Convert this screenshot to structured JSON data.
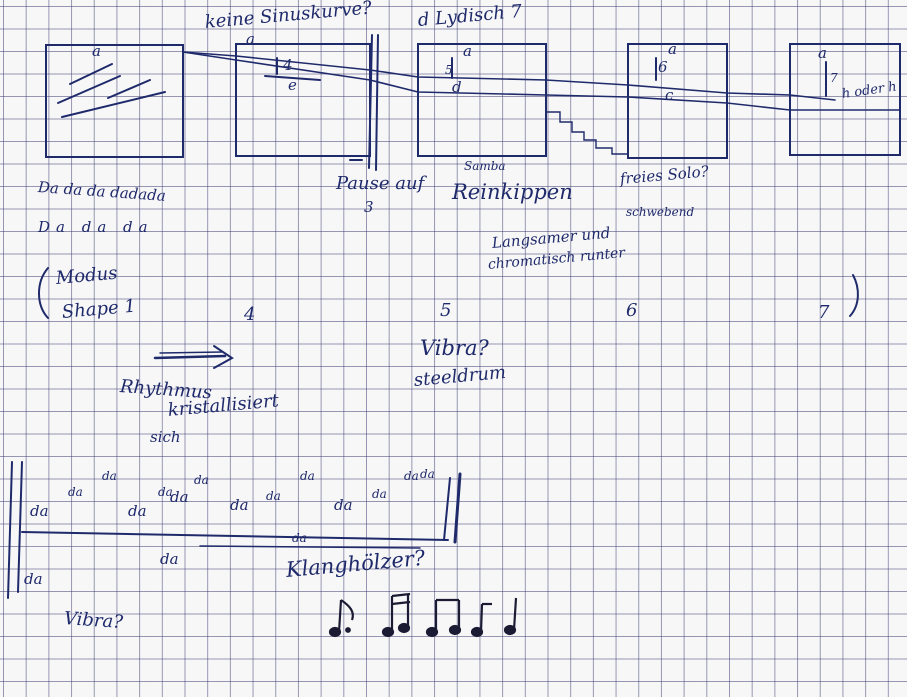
{
  "top": {
    "sinus_note": "keine Sinuskurve?",
    "lydian_note": "d Lydisch 7",
    "box1_label": "a",
    "box2_top": "a",
    "box2_num": "4",
    "box2_bottom": "e",
    "box3_top": "a",
    "box3_num": "5",
    "box3_bottom": "d",
    "box4_top": "a",
    "box4_num": "6",
    "box4_bottom": "c",
    "box5_top": "a",
    "box5_num": "7",
    "box5_tail": "h oder h"
  },
  "captions": {
    "dada_line1": "Da da da dadada",
    "dada_line2": "Da  da  da",
    "pause": "Pause auf",
    "pause_num": "3",
    "samba": "Samba",
    "reinkippen": "Reinkippen",
    "freies_solo": "freies Solo?",
    "schwebend": "schwebend",
    "langsamer_1": "Langsamer und",
    "langsamer_2": "chromatisch runter"
  },
  "middle": {
    "modus": "Modus",
    "shape": "Shape 1",
    "num_4": "4",
    "num_5": "5",
    "num_6": "6",
    "num_7": "7",
    "vibra": "Vibra?",
    "steeldrum": "steeldrum",
    "rhythmus_1": "Rhythmus",
    "rhythmus_2": "kristallisiert",
    "rhythmus_3": "sich"
  },
  "bottom": {
    "upper_syllables": [
      "da",
      "da",
      "da",
      "da",
      "da",
      "da",
      "da",
      "da",
      "da",
      "da",
      "da",
      "da",
      "da",
      "da"
    ],
    "lower_da_1": "da",
    "lower_da_2": "da",
    "lower_da_3": "da",
    "klanghoelzer": "Klanghölzer?",
    "vibra": "Vibra?"
  },
  "colors": {
    "ink": "#1f2a6b",
    "grid": "#46467a",
    "paper": "#f7f7f8",
    "notes": "#1b1b33"
  }
}
